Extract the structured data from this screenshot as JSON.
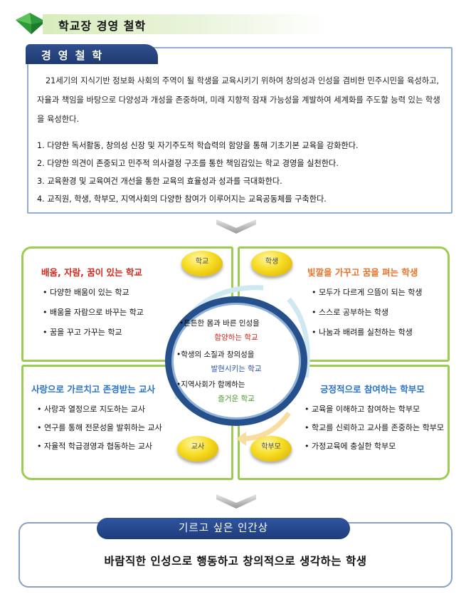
{
  "page_title": "학교장 경영 철학",
  "philosophy": {
    "tab_label": "경영철학",
    "intro": "21세기의 지식기반 정보화 사회의 주역이 될 학생을 교육시키기 위하여 창의성과 인성을 겸비한 민주시민을 육성하고, 자율과 책임을 바탕으로 다양성과 개성을 존중하며, 미래 지향적 잠재 가능성을 계발하여 세계화를 주도할 능력 있는 학생을 육성한다.",
    "goals": [
      "1.  다양한 독서활동, 창의성 신장 및 자기주도적 학습력의 함양을 통해 기초기본 교육을 강화한다.",
      "2.  다양한 의견이 존중되고 민주적 의사결정 구조를 통한 책임감있는 학교 경영을 실천한다.",
      "3.  교육환경 및 교육여건 개선을 통한 교육의 효율성과 성과를 극대화한다.",
      "4.  교직원, 학생, 학부모, 지역사회의 다양한 참여가 이루어지는 교육공동체를 구축한다."
    ]
  },
  "quadrants": {
    "school": {
      "egg": "학교",
      "heading": "배움, 자람, 꿈이 있는 학교",
      "items": [
        "• 다양한 배움이 있는 학교",
        "• 배움을 자람으로 바꾸는 학교",
        "• 꿈을 꾸고 가꾸는 학교"
      ]
    },
    "student": {
      "egg": "학생",
      "heading": "빛깔을 가꾸고 꿈을 펴는 학생",
      "items": [
        "• 모두가 다르게 으뜸이 되는 학생",
        "• 스스로 공부하는 학생",
        "• 나눔과 배려를 실천하는 학생"
      ]
    },
    "teacher": {
      "egg": "교사",
      "heading": "사랑으로 가르치고 존경받는 교사",
      "items": [
        "• 사랑과 열정으로 지도하는 교사",
        "• 연구를 통해 전문성을 발휘하는 교사",
        "• 자율적 학급경영과 협동하는 교사"
      ]
    },
    "parent": {
      "egg": "학부모",
      "heading": "긍정적으로 참여하는 학부모",
      "items": [
        "• 교육을 이해하고 참여하는 학부모",
        "• 학교를 신뢰하고 교사를 존중하는 학부모",
        "• 가정교육에 충실한 학부모"
      ]
    }
  },
  "center": {
    "line1": "•튼튼한 몸과 바른 인성을",
    "line1b": "함양하는 학교",
    "line2": "•학생의 소질과 창의성을",
    "line2b": "발현시키는 학교",
    "line3": "•지역사회가 함께하는",
    "line3b": "즐거운 학교"
  },
  "ideal": {
    "tab_label": "기르고 싶은 인간상",
    "statement": "바람직한 인성으로 행동하고 창의적으로 생각하는 학생"
  },
  "colors": {
    "navy": "#26508c",
    "green_frame": "#9ccc54",
    "red_heading": "#d0281c",
    "orange_heading": "#e8722a",
    "blue_heading": "#2a74c8"
  }
}
